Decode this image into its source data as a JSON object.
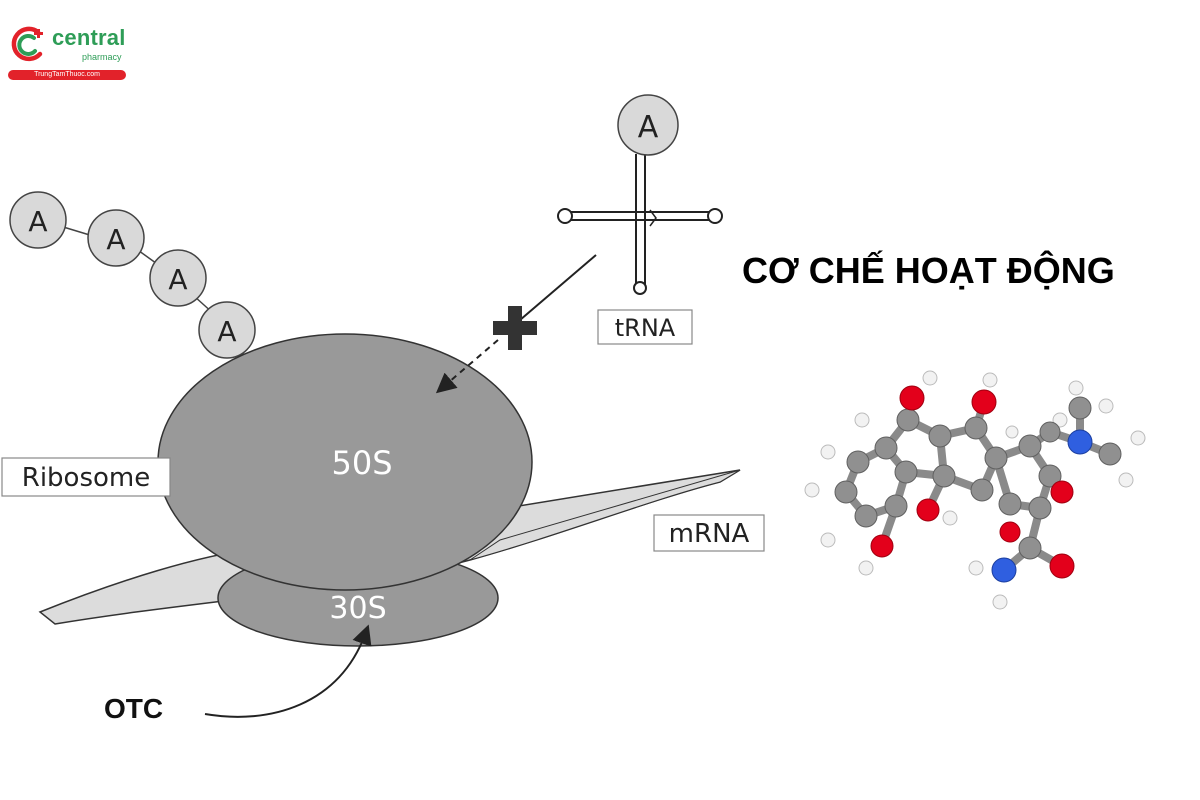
{
  "logo": {
    "brand": "central",
    "sub": "pharmacy",
    "site": "TrungTamThuoc.com",
    "colors": {
      "green": "#2e9d57",
      "red": "#e2222a"
    }
  },
  "heading": "CƠ CHẾ HOẠT ĐỘNG",
  "diagram": {
    "polyA": [
      "A",
      "A",
      "A",
      "A"
    ],
    "trna_base": "A",
    "labels": {
      "ribosome": "Ribosome",
      "large_subunit": "50S",
      "small_subunit": "30S",
      "mrna": "mRNA",
      "trna": "tRNA",
      "drug": "OTC"
    },
    "colors": {
      "subunit": "#999999",
      "bead": "#d9d9d9",
      "mrna": "#dcdcdc",
      "block": "#333333"
    }
  },
  "molecule": {
    "atom_colors": {
      "carbon": "#909090",
      "oxygen": "#e3001b",
      "nitrogen": "#2f5fe0",
      "hydrogen": "#f2f2f2"
    }
  }
}
